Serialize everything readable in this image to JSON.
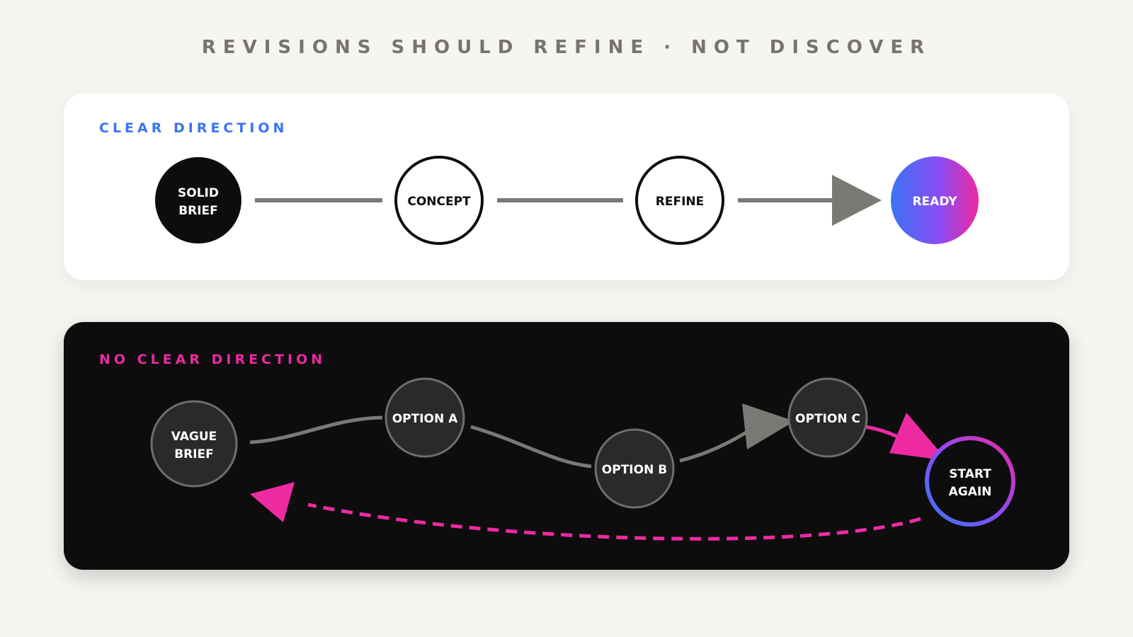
{
  "title": "REVISIONS SHOULD REFINE · NOT DISCOVER",
  "clear": {
    "label": "CLEAR DIRECTION",
    "nodes": {
      "solid_brief": [
        "SOLID",
        "BRIEF"
      ],
      "concept": "CONCEPT",
      "refine": "REFINE",
      "ready": "READY"
    }
  },
  "unclear": {
    "label": "NO CLEAR DIRECTION",
    "nodes": {
      "vague_brief": [
        "VAGUE",
        "BRIEF"
      ],
      "option_a": "OPTION A",
      "option_b": "OPTION B",
      "option_c": "OPTION C",
      "start_again": [
        "START",
        "AGAIN"
      ]
    }
  },
  "colors": {
    "blue": "#3a74f2",
    "pink": "#ee2aa3",
    "purple": "#8b4cf3",
    "gray_line": "#7a7975"
  }
}
